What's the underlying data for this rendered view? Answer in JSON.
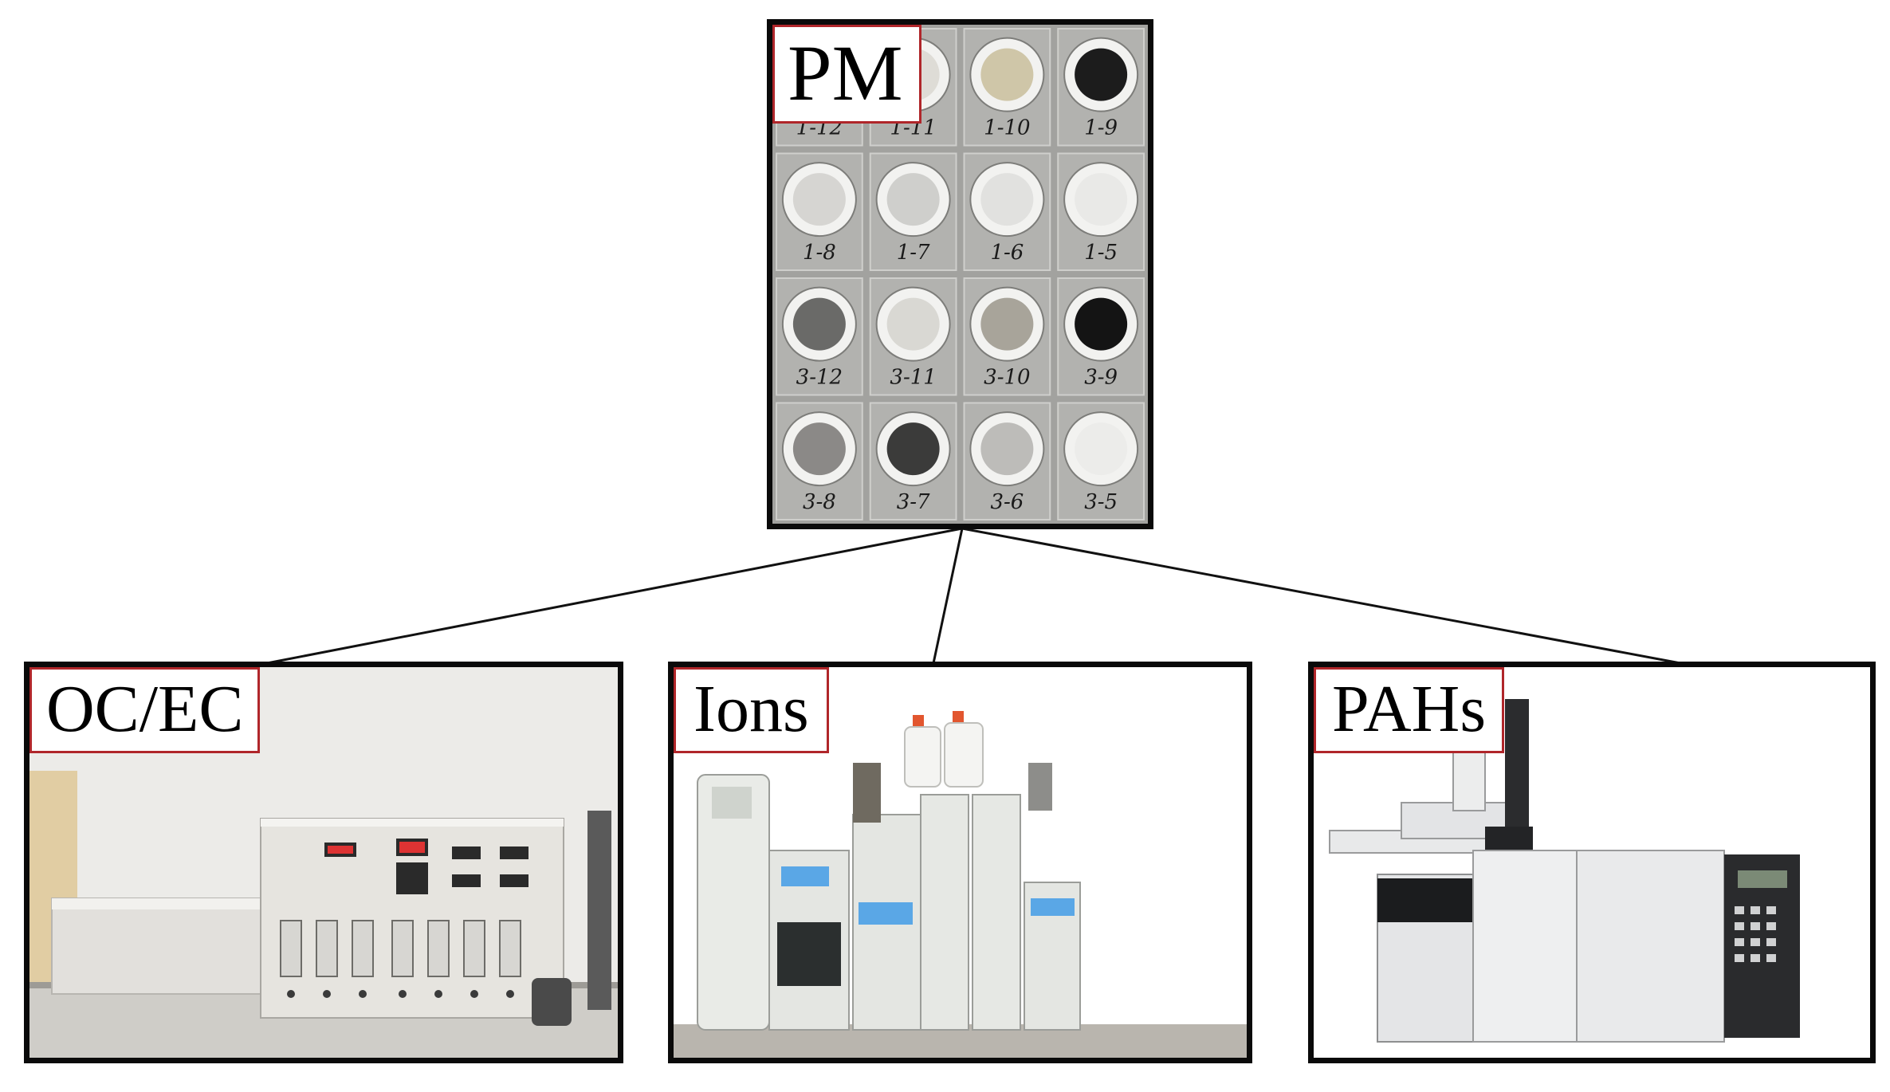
{
  "top_panel": {
    "label": "PM",
    "filter_labels": [
      [
        "1-12",
        "1-11",
        "1-10",
        "1-9"
      ],
      [
        "1-8",
        "1-7",
        "1-6",
        "1-5"
      ],
      [
        "3-12",
        "3-11",
        "3-10",
        "3-9"
      ],
      [
        "3-8",
        "3-7",
        "3-6",
        "3-5"
      ]
    ]
  },
  "bottom_panels": [
    {
      "label": "OC/EC"
    },
    {
      "label": "Ions"
    },
    {
      "label": "PAHs"
    }
  ],
  "colors": {
    "frame": "#0a0a0a",
    "label_border": "#b0262a",
    "connector": "#111111"
  }
}
